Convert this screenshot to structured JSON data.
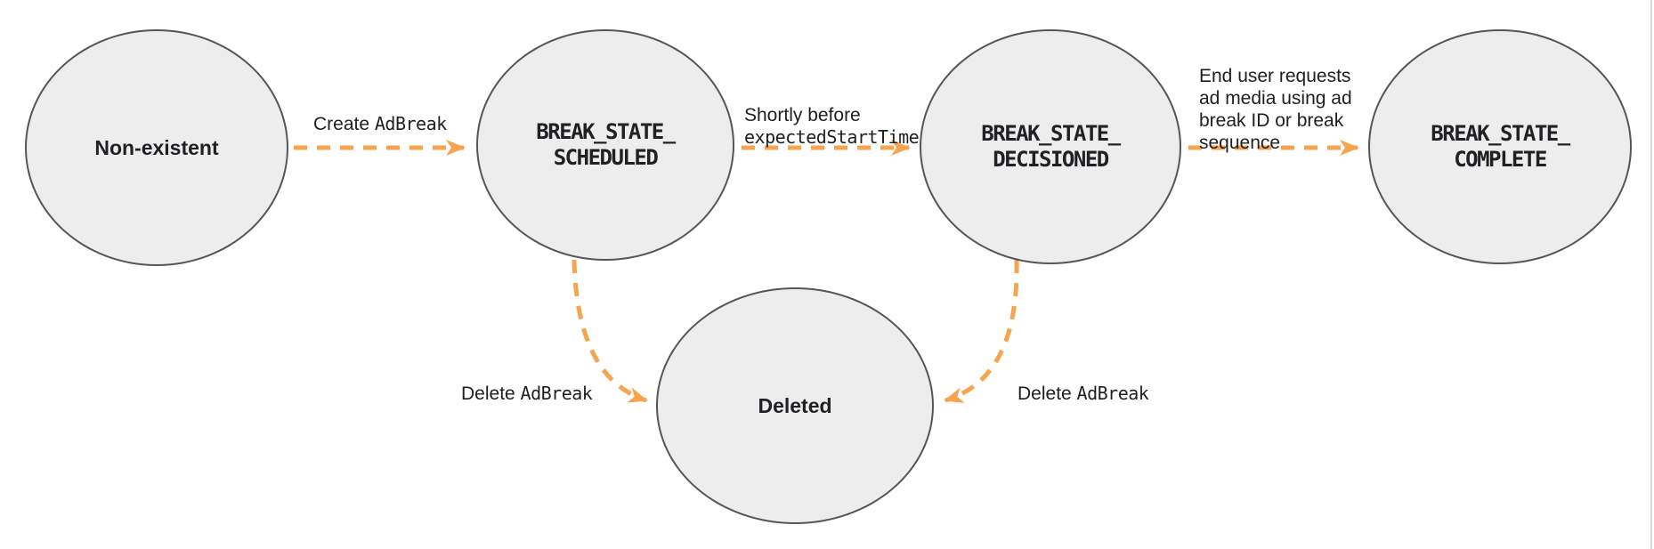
{
  "diagram": {
    "type": "state-diagram",
    "states": [
      {
        "name": "Non-existent",
        "style": "plain"
      },
      {
        "name": "BREAK_STATE_\nSCHEDULED",
        "style": "code"
      },
      {
        "name": "BREAK_STATE_\nDECISIONED",
        "style": "code"
      },
      {
        "name": "BREAK_STATE_\nCOMPLETE",
        "style": "code"
      },
      {
        "name": "Deleted",
        "style": "plain"
      }
    ],
    "transitions": [
      {
        "from": "Non-existent",
        "to": "BREAK_STATE_SCHEDULED",
        "label_text": "Create ",
        "label_code": "AdBreak"
      },
      {
        "from": "BREAK_STATE_SCHEDULED",
        "to": "BREAK_STATE_DECISIONED",
        "label_text": "Shortly before\n",
        "label_code": "expectedStartTime"
      },
      {
        "from": "BREAK_STATE_DECISIONED",
        "to": "BREAK_STATE_COMPLETE",
        "label_text": "End user requests\nad media using ad\nbreak ID or break\nsequence",
        "label_code": ""
      },
      {
        "from": "BREAK_STATE_SCHEDULED",
        "to": "Deleted",
        "label_text": "Delete ",
        "label_code": "AdBreak"
      },
      {
        "from": "BREAK_STATE_DECISIONED",
        "to": "Deleted",
        "label_text": "Delete ",
        "label_code": "AdBreak"
      }
    ],
    "colors": {
      "arrow": "#F6A44F",
      "state_fill": "#EDEDED",
      "state_border": "#55555A",
      "text": "#202124"
    }
  }
}
